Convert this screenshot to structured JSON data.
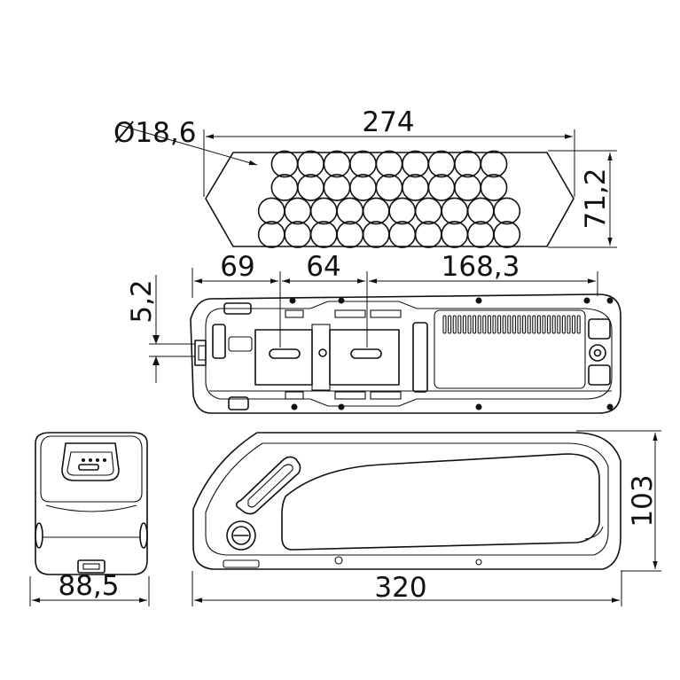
{
  "drawing": {
    "line_color": "#111111",
    "background": "#ffffff",
    "cell_pattern": {
      "rows": [
        9,
        9,
        10,
        10
      ]
    },
    "dimensions": {
      "cell_diameter": "Ø18,6",
      "pack_length": "274",
      "pack_height": "71,2",
      "offset_69": "69",
      "offset_64": "64",
      "offset_168": "168,3",
      "rail_height": "5,2",
      "total_height": "103",
      "total_width": "88,5",
      "total_length": "320"
    }
  }
}
